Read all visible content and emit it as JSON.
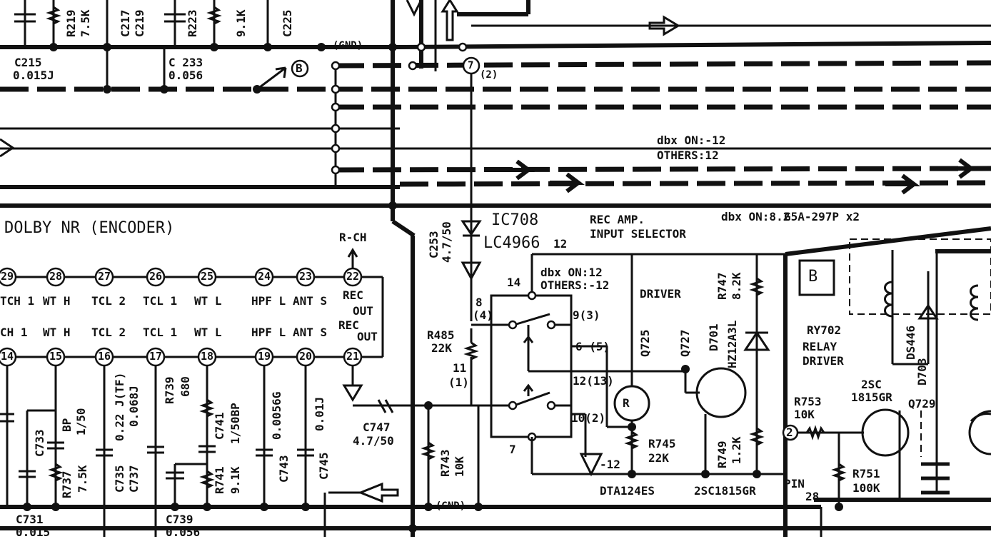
{
  "labels": {
    "r219": "R219",
    "r219_val": "7.5K",
    "c217": "C217",
    "c219": "C219",
    "r223": "R223",
    "r223_val": "9.1K",
    "c225": "C225",
    "c215": "C215",
    "c215_val": "0.015J",
    "c233": "C 233",
    "c233_val": "0.056",
    "marker_b": "B",
    "gnd_top": "(GND)",
    "gnd_bottom": "(GND)",
    "pin7": "7",
    "pin7_alt": "(2)",
    "dbx_top_line1": "dbx ON:-12",
    "dbx_top_line2": "OTHERS:12",
    "section_title": "DOLBY NR (ENCODER)",
    "rch": "R-CH",
    "c253": "C253",
    "c253_val": "4.7/50",
    "ic_name": "IC708",
    "ic_part": "LC4966",
    "ic_supply": "12",
    "rec_amp": "REC AMP.",
    "input_selector": "INPUT SELECTOR",
    "dbx_mid": "dbx ON:8.2",
    "relay_part": "G5A-297P x2",
    "dbx_ic_line1": "dbx ON:12",
    "dbx_ic_line2": "OTHERS:-12",
    "driver": "DRIVER",
    "r747": "R747",
    "r747_val": "8.2K",
    "block_b": "B",
    "ry702": "RY702",
    "relay_driver1": "RELAY",
    "relay_driver2": "DRIVER",
    "ds446": "DS446",
    "d703": "D703",
    "ic_pin14": "14",
    "ic_pin8": "8",
    "ic_pin8_alt": "(4)",
    "ic_pin9": "9(3)",
    "ic_pin6": "6 (5)",
    "ic_pin11": "11",
    "ic_pin11_alt": "(1)",
    "ic_pin12": "12(13)",
    "ic_pin10": "10(2)",
    "ic_pin7": "7",
    "r485": "R485",
    "r485_val": "22K",
    "q725": "Q725",
    "q727": "Q727",
    "d701": "D701",
    "d701_part": "HZ12A3L",
    "r_mark": "R",
    "r753": "R753",
    "r753_val": "10K",
    "q2sc": "2SC",
    "q2sc_part": "1815GR",
    "q729": "Q729",
    "c747": "C747",
    "c747_val": "4.7/50",
    "r743": "R743",
    "r743_val": "10K",
    "r745": "R745",
    "r745_val": "22K",
    "r749": "R749",
    "r749_val": "1.2K",
    "r751": "R751",
    "r751_val": "100K",
    "minus12": "-12",
    "dta": "DTA124ES",
    "q2sc1815": "2SC1815GR",
    "pin_lbl": "PIN",
    "pin_num": "28",
    "pin2": "2",
    "c731": "C731",
    "c731_val": "0.015",
    "c739": "C739",
    "c739_val": "0.056",
    "c733": "C733",
    "r737": "R737",
    "r737_val": "7.5K",
    "bp": "BP",
    "bp_val": "1/50",
    "c735": "C735",
    "c737": "C737",
    "c735_val": "0.22 J(TF)",
    "c737_val": "0.068J",
    "r739": "R739",
    "r739_val": "680",
    "c741": "C741",
    "c741_val": "1/50BP",
    "r741": "R741",
    "r741_val": "9.1K",
    "c743": "C743",
    "c743_val": "0.0056G",
    "c745": "C745",
    "c745_val": "0.01J",
    "rec_out_top1": "REC",
    "rec_out_top2": "OUT",
    "rec_out_bot1": "REC",
    "rec_out_bot2": "OUT",
    "top_pins": [
      {
        "num": "29",
        "name": "TCH 1"
      },
      {
        "num": "28",
        "name": "WT H"
      },
      {
        "num": "27",
        "name": "TCL 2"
      },
      {
        "num": "26",
        "name": "TCL 1"
      },
      {
        "num": "25",
        "name": "WT L"
      },
      {
        "num": "24",
        "name": "HPF L"
      },
      {
        "num": "23",
        "name": "ANT S"
      },
      {
        "num": "22",
        "name": ""
      }
    ],
    "bottom_pins": [
      {
        "num": "14",
        "name": "CH 1"
      },
      {
        "num": "15",
        "name": "WT H"
      },
      {
        "num": "16",
        "name": "TCL 2"
      },
      {
        "num": "17",
        "name": "TCL 1"
      },
      {
        "num": "18",
        "name": "WT L"
      },
      {
        "num": "19",
        "name": "HPF L"
      },
      {
        "num": "20",
        "name": "ANT S"
      },
      {
        "num": "21",
        "name": ""
      }
    ]
  }
}
